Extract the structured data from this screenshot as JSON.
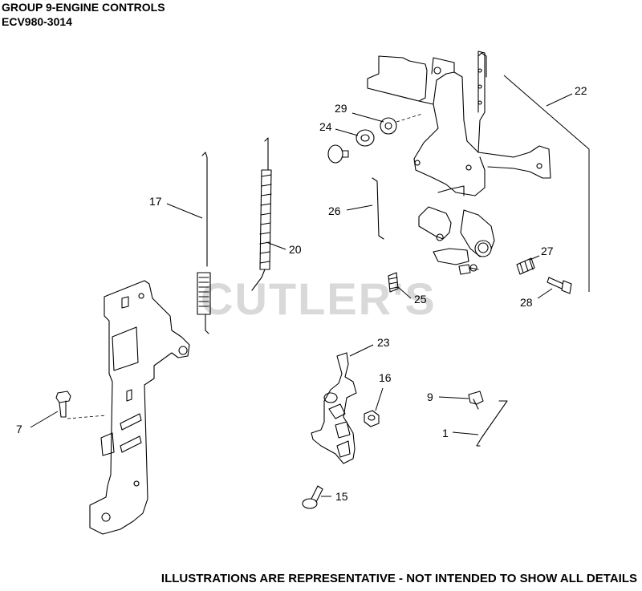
{
  "header": {
    "group_title": "GROUP 9-ENGINE CONTROLS",
    "model_number": "ECV980-3014"
  },
  "watermark": "CUTLER'S",
  "footer": {
    "disclaimer": "ILLUSTRATIONS ARE REPRESENTATIVE - NOT INTENDED TO SHOW ALL DETAILS"
  },
  "callouts": {
    "c1": "1",
    "c7": "7",
    "c9": "9",
    "c15": "15",
    "c16": "16",
    "c17": "17",
    "c20": "20",
    "c22": "22",
    "c23": "23",
    "c24": "24",
    "c25": "25",
    "c26": "26",
    "c27": "27",
    "c28": "28",
    "c29": "29"
  }
}
